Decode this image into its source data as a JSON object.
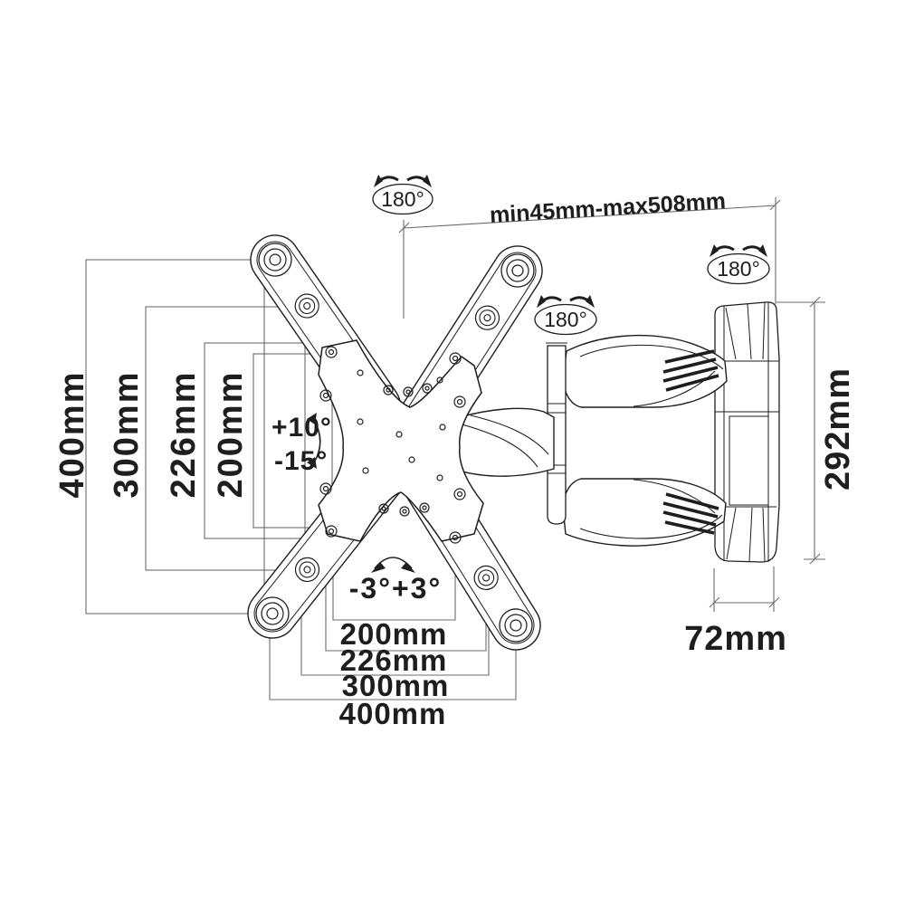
{
  "colors": {
    "ink": "#1e1e1e",
    "thin_line": "#6b6b6b",
    "background": "#ffffff"
  },
  "labels": {
    "extension_range": "min45mm-max508mm",
    "swivel_angle": "180°",
    "tilt_up": "+10°",
    "tilt_down": "-15°",
    "level_adjust": "-3°+3°",
    "height": "292mm",
    "depth": "72mm",
    "vesa_vertical": [
      "400mm",
      "300mm",
      "226mm",
      "200mm"
    ],
    "vesa_horizontal": [
      "200mm",
      "226mm",
      "300mm",
      "400mm"
    ]
  }
}
